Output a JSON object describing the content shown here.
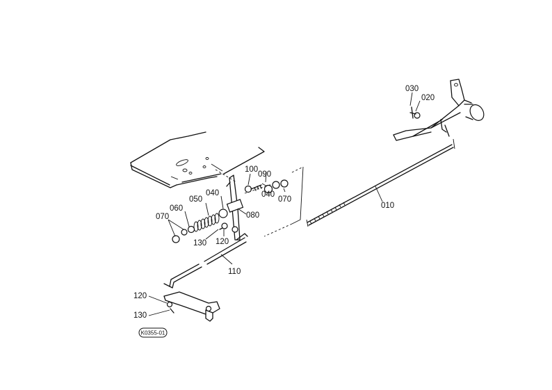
{
  "labels": {
    "p010": "010",
    "p020": "020",
    "p030": "030",
    "p040a": "040",
    "p040b": "040",
    "p050": "050",
    "p060": "060",
    "p070a": "070",
    "p070b": "070",
    "p080": "080",
    "p090": "090",
    "p100": "100",
    "p110": "110",
    "p120a": "120",
    "p120b": "120",
    "p130a": "130",
    "p130b": "130"
  },
  "figure_code": "K0355-01"
}
